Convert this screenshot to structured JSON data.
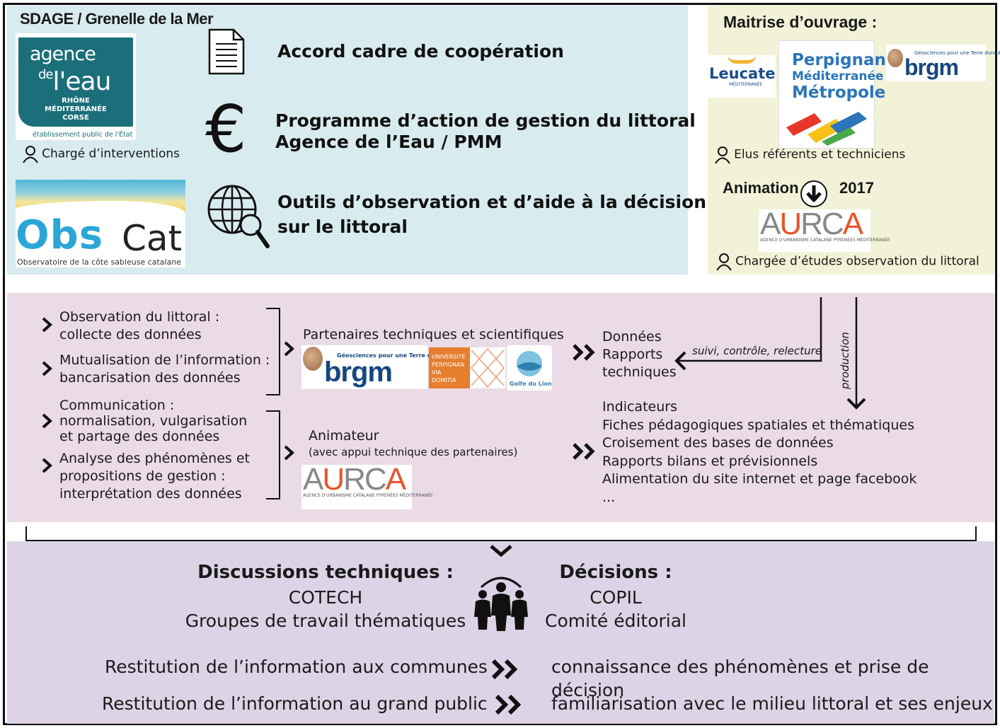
{
  "top": {
    "sdage": "SDAGE / Grenelle de la Mer",
    "agence": {
      "line1": "agence",
      "line2a": "de",
      "line2b": "l'eau",
      "line3": "RHÔNE MÉDITERRANÉE",
      "line4": "CORSE",
      "line5": "établissement public de l'État"
    },
    "charge_interventions": "Chargé d’interventions",
    "obscat": {
      "obs": "Obs",
      "cat": "Cat",
      "sub": "Observatoire de la côte sableuse catalane"
    },
    "items": [
      {
        "icon": "document-icon",
        "text": "Accord cadre de coopération"
      },
      {
        "icon": "euro-icon",
        "text1": "Programme d’action de gestion du littoral",
        "text2": "Agence de l’Eau / PMM"
      },
      {
        "icon": "globe-search-icon",
        "text1": "Outils d’observation et d’aide à la décision",
        "text2": "sur le littoral"
      }
    ],
    "maitrise": {
      "title": "Maitrise d’ouvrage :",
      "leucate": "Leucate",
      "leucate_sub": "MÉDITERRANÉE",
      "pmm_l1": "Perpignan",
      "pmm_l2": "Méditerranée",
      "pmm_l3": "Métropole",
      "brgm_tag": "Géosciences pour une Terre durable",
      "brgm": "brgm",
      "elus": "Elus référents et techniciens",
      "animation": "Animation",
      "year": "2017",
      "aurca": "AURCA",
      "aurca_sub": "AGENCE D'URBANISME CATALANE PYRÉNÉES MÉDITERRANÉE",
      "chargee": "Chargée d’études observation du littoral"
    }
  },
  "middle": {
    "left_items": [
      {
        "l1": "Observation du littoral :",
        "l2": "collecte des données"
      },
      {
        "l1": "Mutualisation de l’information :",
        "l2": "bancarisation des données"
      },
      {
        "l1": "Communication :",
        "l2": "normalisation, vulgarisation",
        "l3": "et partage des données"
      },
      {
        "l1": "Analyse des phénomènes et",
        "l2": "propositions de gestion :",
        "l3": "interprétation des données"
      }
    ],
    "partners_title": "Partenaires techniques et scientifiques",
    "brgm_tag": "Géosciences pour une Terre durable",
    "brgm": "brgm",
    "univ": [
      "UNIVERSITÉ",
      "PERPIGNAN",
      "VIA",
      "DOMITIA"
    ],
    "parc": "Golfe du Lion",
    "animateur": "Animateur",
    "animateur_sub": "(avec appui technique des partenaires)",
    "aurca": "AURCA",
    "aurca_sub": "AGENCE D'URBANISME CATALANE PYRÉNÉES MÉDITERRANÉE",
    "outputs1": [
      "Données",
      "Rapports",
      "techniques"
    ],
    "suivi": "suivi, contrôle, relecture",
    "production": "production",
    "outputs2": [
      "Indicateurs",
      "Fiches pédagogiques spatiales et thématiques",
      "Croisement des bases de données",
      "Rapports bilans et prévisionnels",
      "Alimentation du site internet et page facebook",
      "..."
    ]
  },
  "bottom": {
    "disc_title": "Discussions techniques :",
    "cotech": "COTECH",
    "groupes": "Groupes de travail thématiques",
    "dec_title": "Décisions :",
    "copil": "COPIL",
    "comite": "Comité éditorial",
    "rest1": "Restitution de l’information aux communes",
    "res1": "connaissance des phénomènes et prise de décision",
    "rest2": "Restitution de l’information au grand public",
    "res2": "familiarisation avec le milieu littoral et ses enjeux"
  }
}
